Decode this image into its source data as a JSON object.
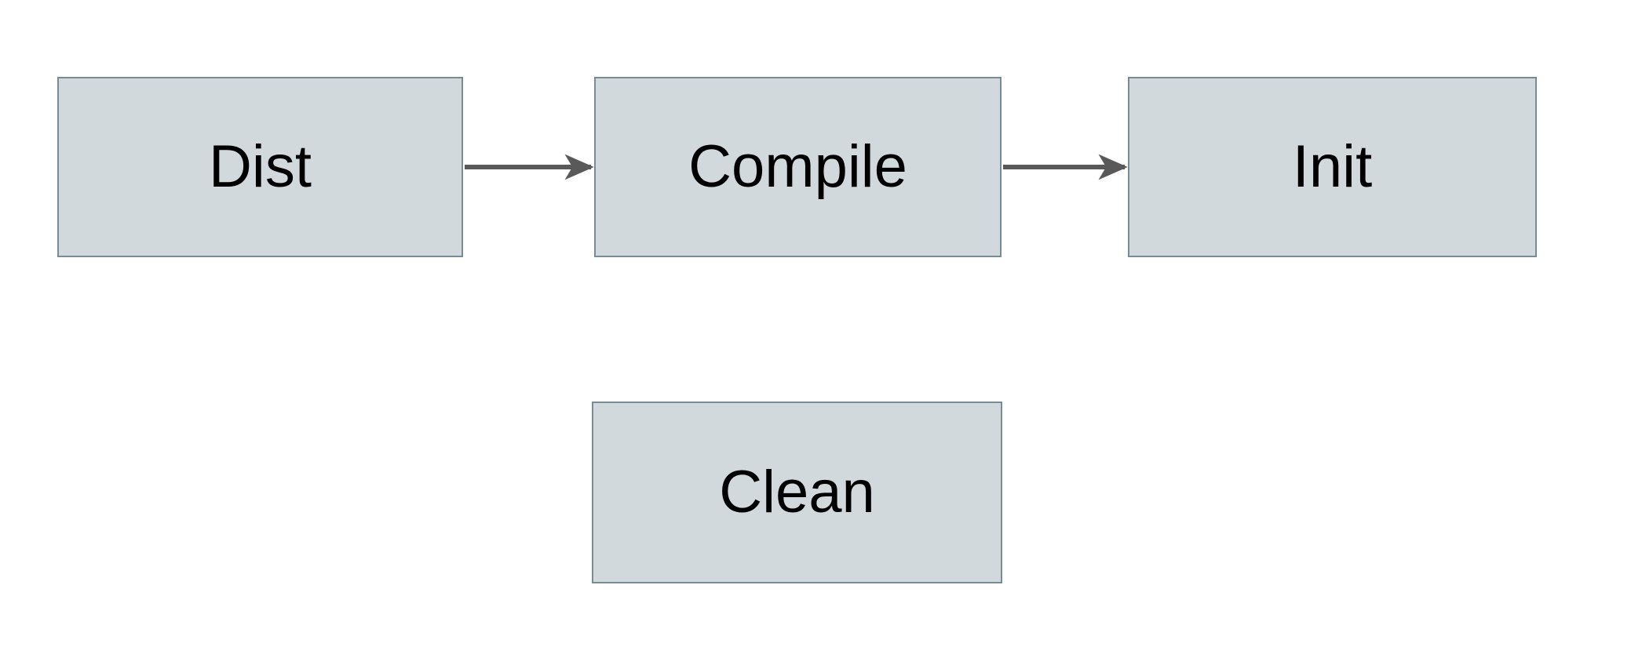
{
  "theme": {
    "bg": "#ffffff",
    "node_fill": "#d2d9dc",
    "node_border": "#788c96",
    "arrow_color": "#595959",
    "text": "#000000"
  },
  "diagram": {
    "type": "flowchart",
    "nodes": [
      {
        "id": "dist",
        "label": "Dist"
      },
      {
        "id": "compile",
        "label": "Compile"
      },
      {
        "id": "init",
        "label": "Init"
      },
      {
        "id": "clean",
        "label": "Clean"
      }
    ],
    "edges": [
      {
        "from": "dist",
        "to": "compile",
        "style": "arrow"
      },
      {
        "from": "compile",
        "to": "init",
        "style": "arrow"
      }
    ]
  }
}
